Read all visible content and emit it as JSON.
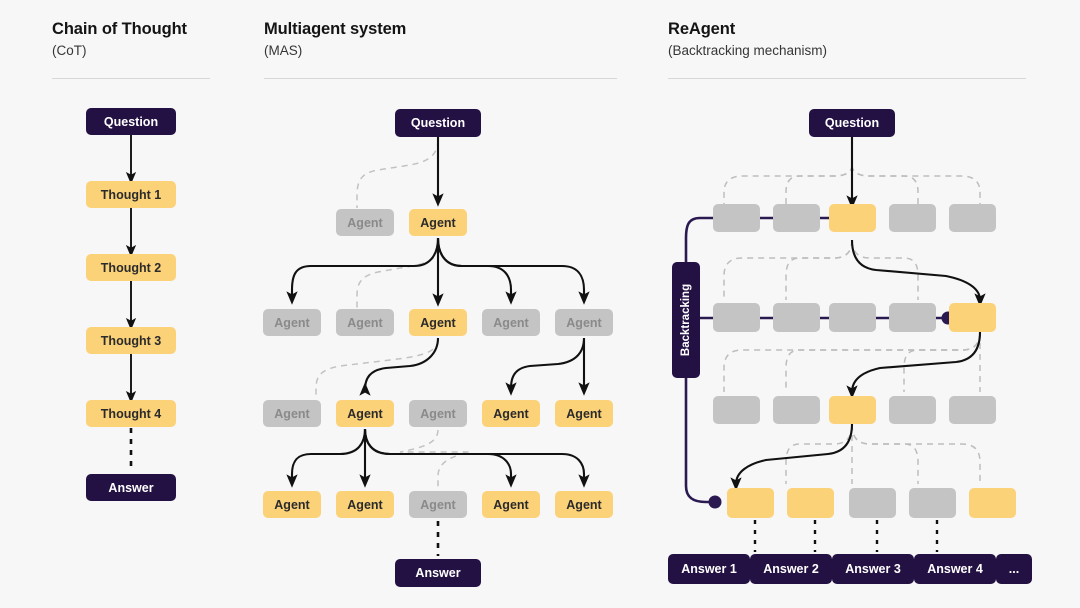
{
  "panels": [
    {
      "id": "cot",
      "title": "Chain of Thought",
      "subtitle": "(CoT)",
      "nodes": [
        {
          "label": "Question",
          "style": "dark"
        },
        {
          "label": "Thought 1",
          "style": "yellow"
        },
        {
          "label": "Thought 2",
          "style": "yellow"
        },
        {
          "label": "Thought 3",
          "style": "yellow"
        },
        {
          "label": "Thought 4",
          "style": "yellow"
        },
        {
          "label": "Answer",
          "style": "dark"
        }
      ]
    },
    {
      "id": "mas",
      "title": "Multiagent system",
      "subtitle": "(MAS)",
      "root": {
        "label": "Question",
        "style": "dark"
      },
      "answer": {
        "label": "Answer",
        "style": "dark"
      },
      "rows": [
        {
          "nodes": [
            {
              "label": "Agent",
              "style": "gray"
            },
            {
              "label": "Agent",
              "style": "yellow"
            }
          ]
        },
        {
          "nodes": [
            {
              "label": "Agent",
              "style": "gray"
            },
            {
              "label": "Agent",
              "style": "gray"
            },
            {
              "label": "Agent",
              "style": "yellow"
            },
            {
              "label": "Agent",
              "style": "gray"
            },
            {
              "label": "Agent",
              "style": "gray"
            }
          ]
        },
        {
          "nodes": [
            {
              "label": "Agent",
              "style": "gray"
            },
            {
              "label": "Agent",
              "style": "yellow"
            },
            {
              "label": "Agent",
              "style": "gray"
            },
            {
              "label": "Agent",
              "style": "yellow"
            },
            {
              "label": "Agent",
              "style": "yellow"
            }
          ]
        },
        {
          "nodes": [
            {
              "label": "Agent",
              "style": "yellow"
            },
            {
              "label": "Agent",
              "style": "yellow"
            },
            {
              "label": "Agent",
              "style": "gray"
            },
            {
              "label": "Agent",
              "style": "yellow"
            },
            {
              "label": "Agent",
              "style": "yellow"
            }
          ]
        }
      ]
    },
    {
      "id": "reagent",
      "title": "ReAgent",
      "subtitle": "(Backtracking mechanism)",
      "root": {
        "label": "Question",
        "style": "dark"
      },
      "backtracking_label": "Backtracking",
      "rows": [
        {
          "nodes": [
            {
              "label": "",
              "style": "gray"
            },
            {
              "label": "",
              "style": "gray"
            },
            {
              "label": "",
              "style": "yellow"
            },
            {
              "label": "",
              "style": "gray"
            },
            {
              "label": "",
              "style": "gray"
            }
          ]
        },
        {
          "nodes": [
            {
              "label": "",
              "style": "gray"
            },
            {
              "label": "",
              "style": "gray"
            },
            {
              "label": "",
              "style": "gray"
            },
            {
              "label": "",
              "style": "gray"
            },
            {
              "label": "",
              "style": "yellow"
            }
          ]
        },
        {
          "nodes": [
            {
              "label": "",
              "style": "gray"
            },
            {
              "label": "",
              "style": "gray"
            },
            {
              "label": "",
              "style": "yellow"
            },
            {
              "label": "",
              "style": "gray"
            },
            {
              "label": "",
              "style": "gray"
            }
          ]
        },
        {
          "nodes": [
            {
              "label": "",
              "style": "yellow"
            },
            {
              "label": "",
              "style": "yellow"
            },
            {
              "label": "",
              "style": "gray"
            },
            {
              "label": "",
              "style": "gray"
            },
            {
              "label": "",
              "style": "yellow"
            }
          ]
        }
      ],
      "answers": [
        {
          "label": "Answer 1",
          "style": "dark"
        },
        {
          "label": "Answer 2",
          "style": "dark"
        },
        {
          "label": "Answer 3",
          "style": "dark"
        },
        {
          "label": "Answer 4",
          "style": "dark"
        },
        {
          "label": "...",
          "style": "dark"
        }
      ]
    }
  ],
  "colors": {
    "background": "#f7f7f7",
    "dark": "#231144",
    "yellow": "#fcd279",
    "gray": "#c4c4c4",
    "arrow": "#111111",
    "dashed": "#b9b9b9",
    "backtrack_line": "#2b1a52"
  }
}
